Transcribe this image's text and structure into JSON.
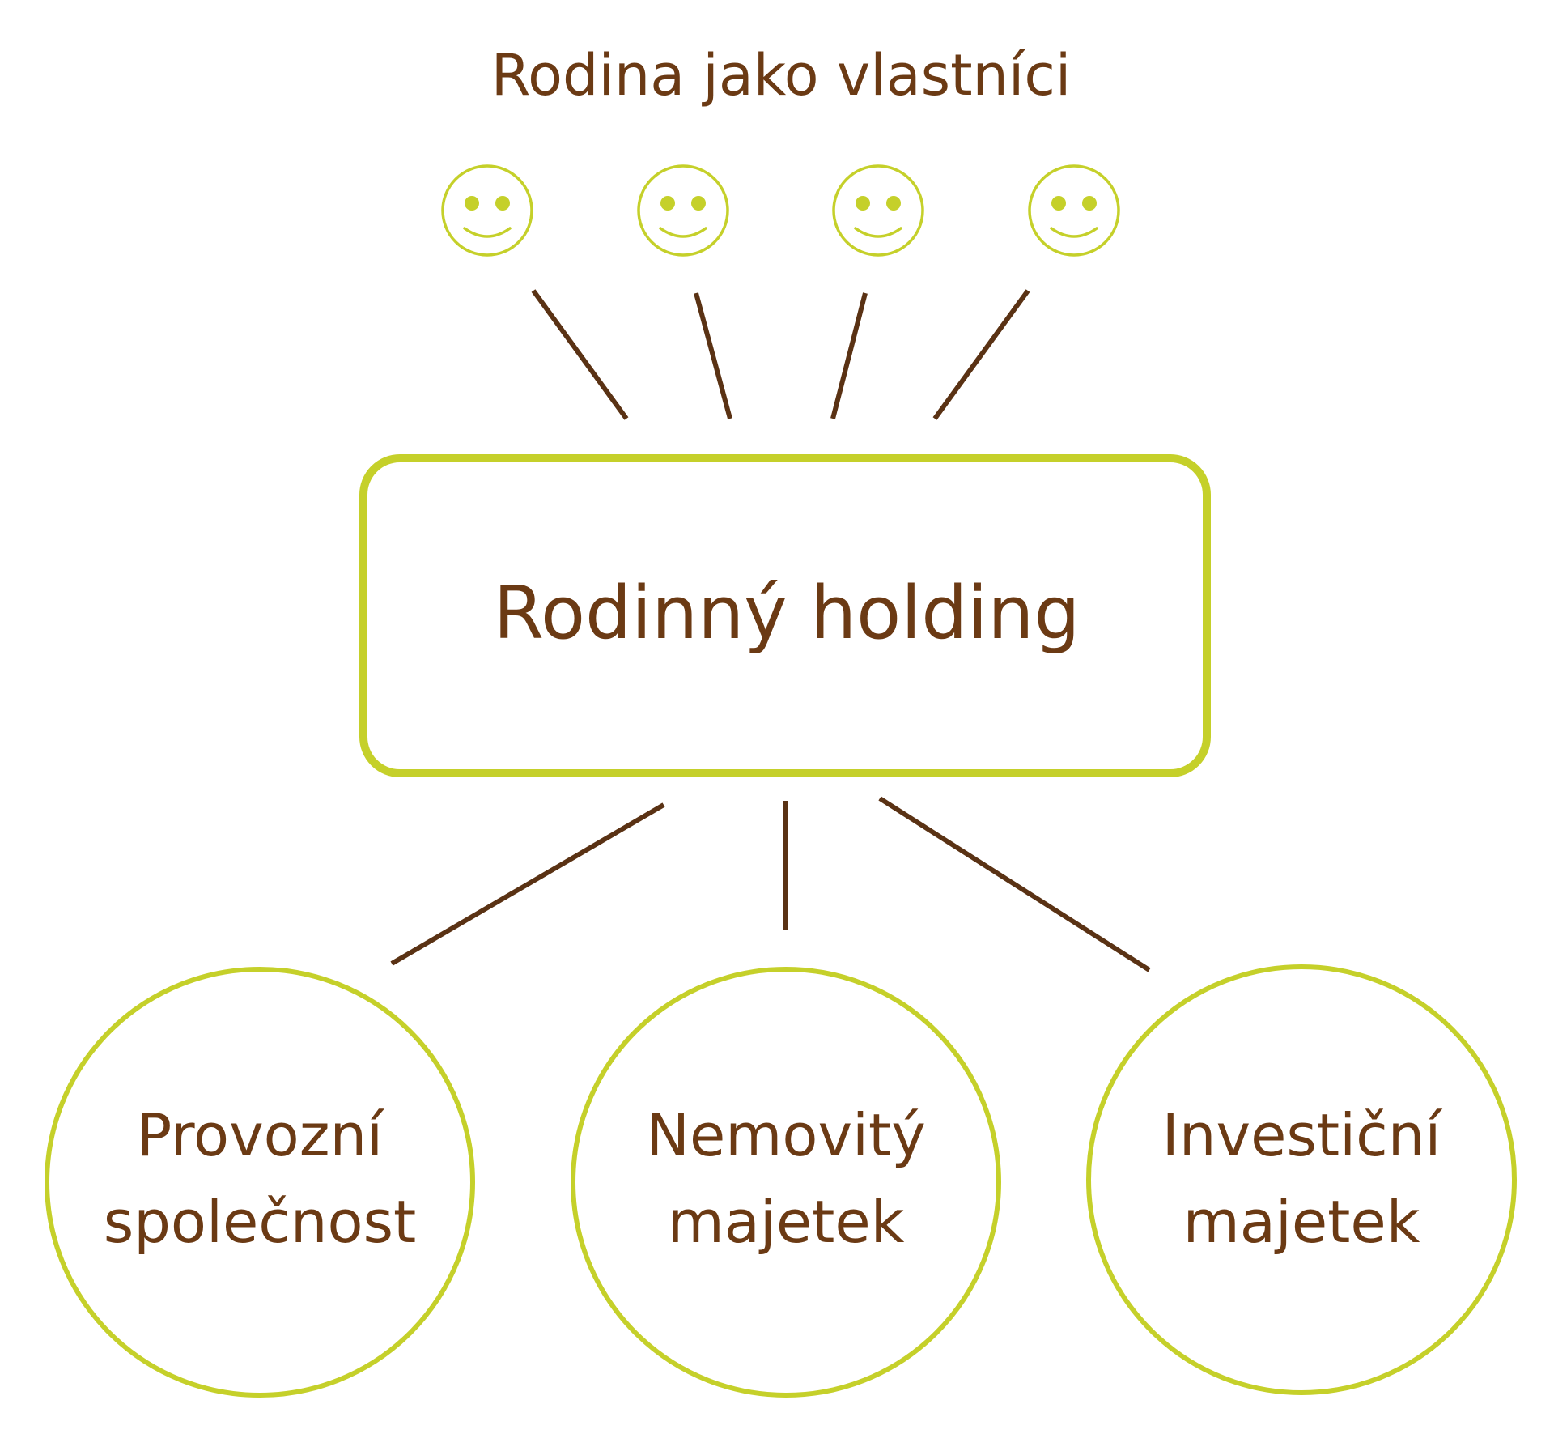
{
  "title": "Rodina jako vlastníci",
  "owners": [
    {
      "icon": "smiley-icon"
    },
    {
      "icon": "smiley-icon"
    },
    {
      "icon": "smiley-icon"
    },
    {
      "icon": "smiley-icon"
    }
  ],
  "holding": {
    "label": "Rodinný holding"
  },
  "subsidiaries": [
    {
      "line1": "Provozní",
      "line2": "společnost"
    },
    {
      "line1": "Nemovitý",
      "line2": "majetek"
    },
    {
      "line1": "Investiční",
      "line2": "majetek"
    }
  ],
  "colors": {
    "text": "#6b3a14",
    "accent": "#c5d02a",
    "connector": "#5a3214"
  }
}
